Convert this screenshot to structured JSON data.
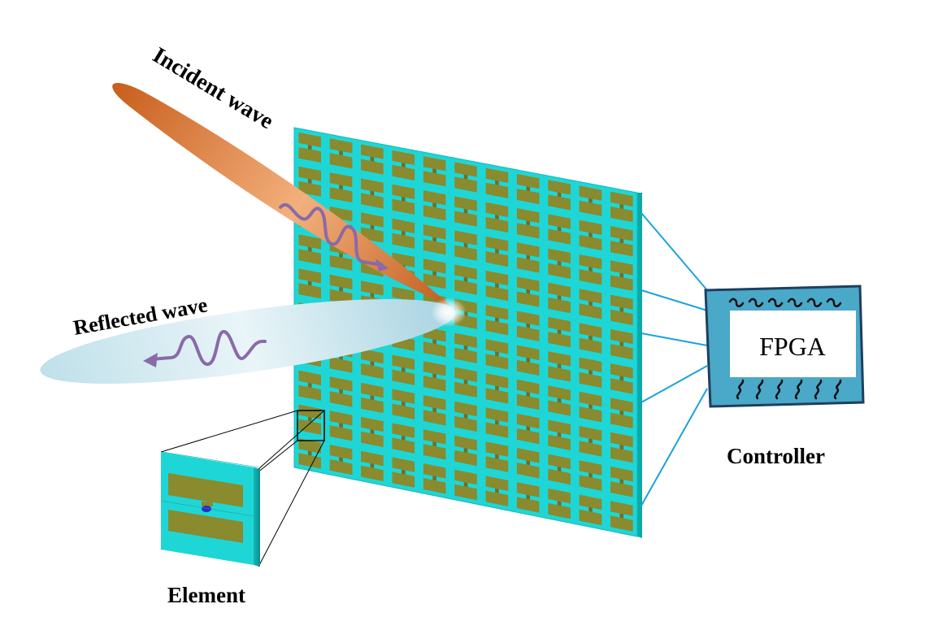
{
  "labels": {
    "incident": "Incident wave",
    "reflected": "Reflected wave",
    "element": "Element",
    "controller": "Controller",
    "fpga": "FPGA"
  },
  "metasurface": {
    "rows": 10,
    "cols": 11
  },
  "colors": {
    "substrate": "#1fd6d6",
    "patch": "#8a8a2e",
    "incident_beam": "#d06a24",
    "reflected_beam": "#b9dde8",
    "wave": "#8a6aa8",
    "controller_frame": "#2e9ab6",
    "controller_border": "#1e3f5f",
    "wire": "#1aa3dc"
  }
}
